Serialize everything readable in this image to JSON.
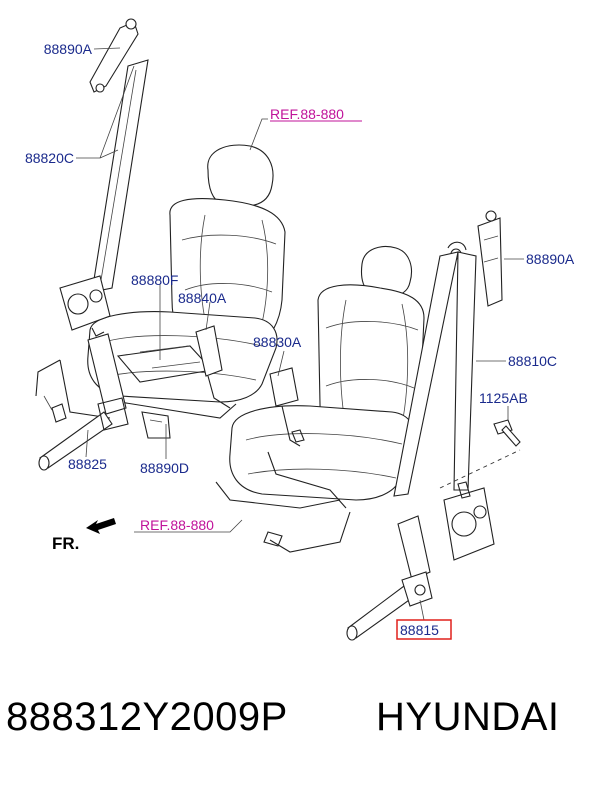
{
  "labels": {
    "guide_upper_left": "88890A",
    "belt_left": "88820C",
    "ref_top": "REF.88-880",
    "cover_left": "88880F",
    "buckle_left": "88840A",
    "buckle_right": "88830A",
    "guide_upper_right": "88890A",
    "belt_right": "88810C",
    "bolt": "1125AB",
    "anchor_left": "88825",
    "bracket_left": "88890D",
    "ref_bottom": "REF.88-880",
    "forward": "FR.",
    "pretensioner_highlighted": "88815"
  },
  "colors": {
    "label_blue": "#1a2a8c",
    "ref_magenta": "#c0139a",
    "highlight_red": "#e0201c"
  },
  "footer": {
    "part_number": "888312Y2009P",
    "brand": "HYUNDAI"
  }
}
